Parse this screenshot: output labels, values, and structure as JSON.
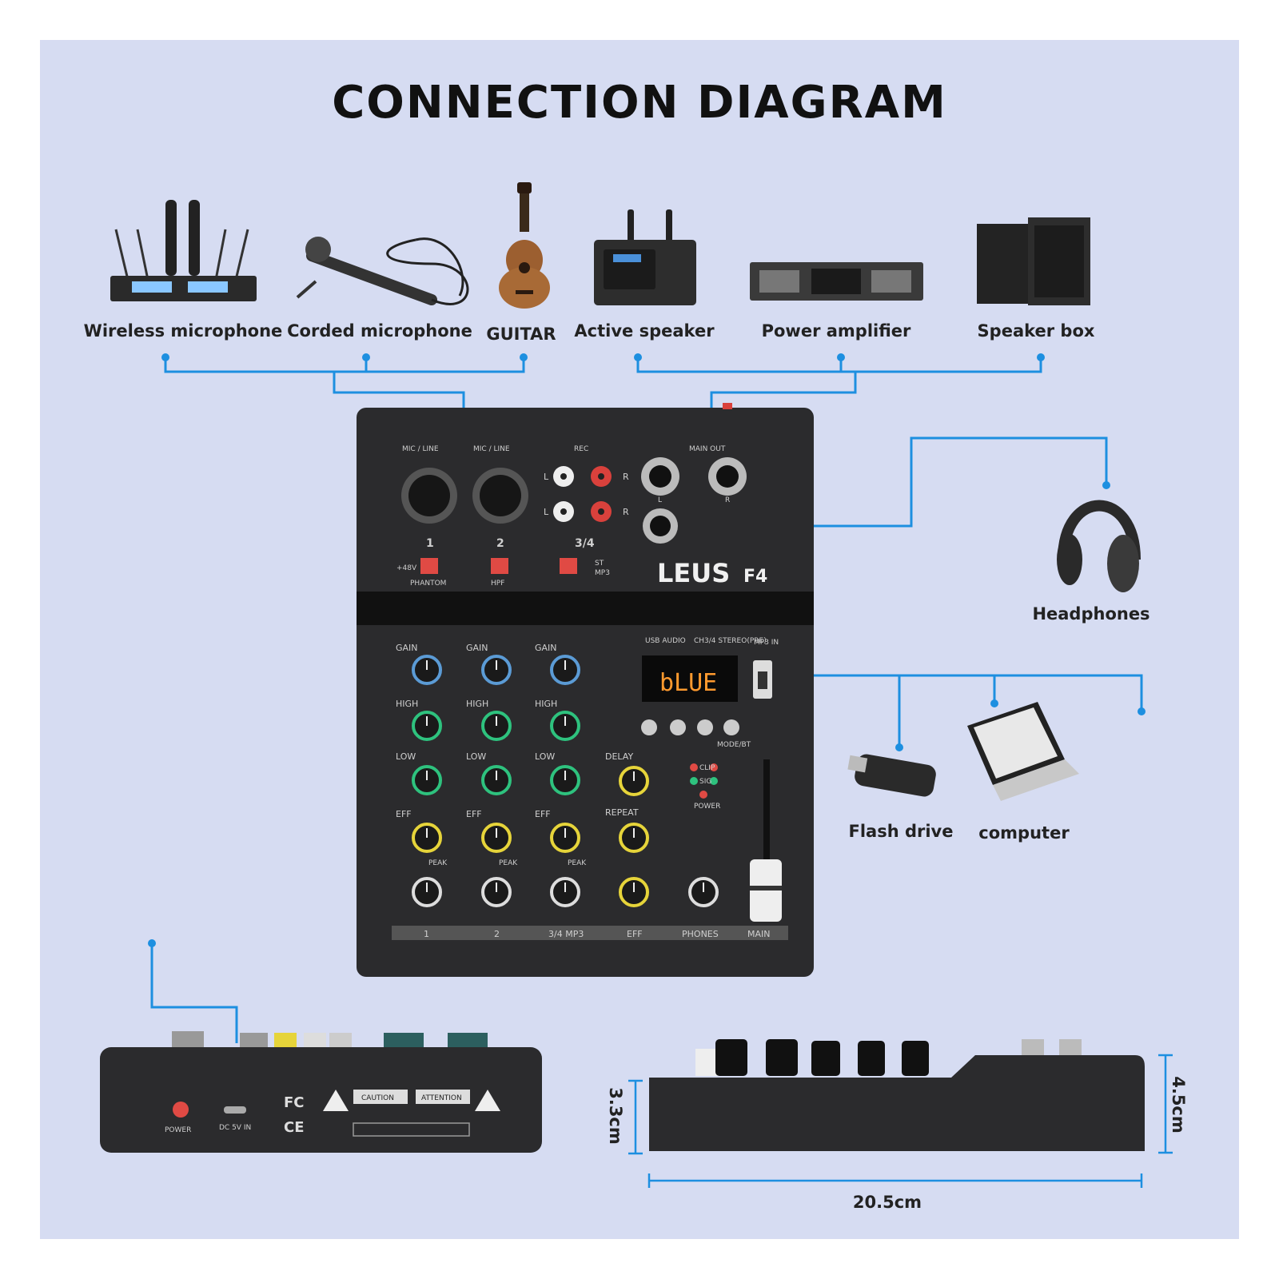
{
  "title": "CONNECTION DIAGRAM",
  "devices": {
    "wireless_mic": "Wireless microphone",
    "corded_mic": "Corded microphone",
    "guitar": "GUITAR",
    "active_speaker": "Active speaker",
    "power_amp": "Power amplifier",
    "speaker_box": "Speaker box",
    "headphones": "Headphones",
    "flash_drive": "Flash drive",
    "computer": "computer"
  },
  "mixer": {
    "brand": "LEUS",
    "model": "F4",
    "display": "bLUE",
    "top": {
      "mic_line": "MIC / LINE",
      "rec": "REC",
      "main_out": "MAIN OUT",
      "ch1": "1",
      "ch2": "2",
      "ch34": "3/4",
      "phantom": "PHANTOM",
      "plus48": "+48V",
      "hpf": "HPF",
      "st": "ST",
      "mp3": "MP3",
      "l": "L",
      "r": "R"
    },
    "knobs": {
      "gain": "GAIN",
      "high": "HIGH",
      "low": "LOW",
      "eff": "EFF",
      "peak": "PEAK",
      "delay": "DELAY",
      "repeat": "REPEAT",
      "clip": "CLIP",
      "sig": "SIG",
      "power": "POWER",
      "usb_audio": "USB AUDIO",
      "ch34_stereo": "CH3/4 STEREO(PRE)",
      "mp3_in": "MP3 IN",
      "mode_bt": "MODE/BT"
    },
    "strips": [
      "1",
      "2",
      "3/4 MP3",
      "EFF",
      "PHONES",
      "MAIN"
    ],
    "back": {
      "power": "POWER",
      "dc": "DC 5V IN",
      "fc": "FC",
      "ce": "CE",
      "caution": "CAUTION",
      "attention": "ATTENTION"
    }
  },
  "dimensions": {
    "width": "20.5cm",
    "height_front": "3.3cm",
    "height_back": "4.5cm"
  },
  "colors": {
    "background": "#d6dcf2",
    "connector": "#1d8fe0",
    "mixer_body": "#2b2b2d",
    "knob_gain": "#5b9bd5",
    "knob_eq": "#2ec27e",
    "knob_eff": "#e6d43a"
  }
}
